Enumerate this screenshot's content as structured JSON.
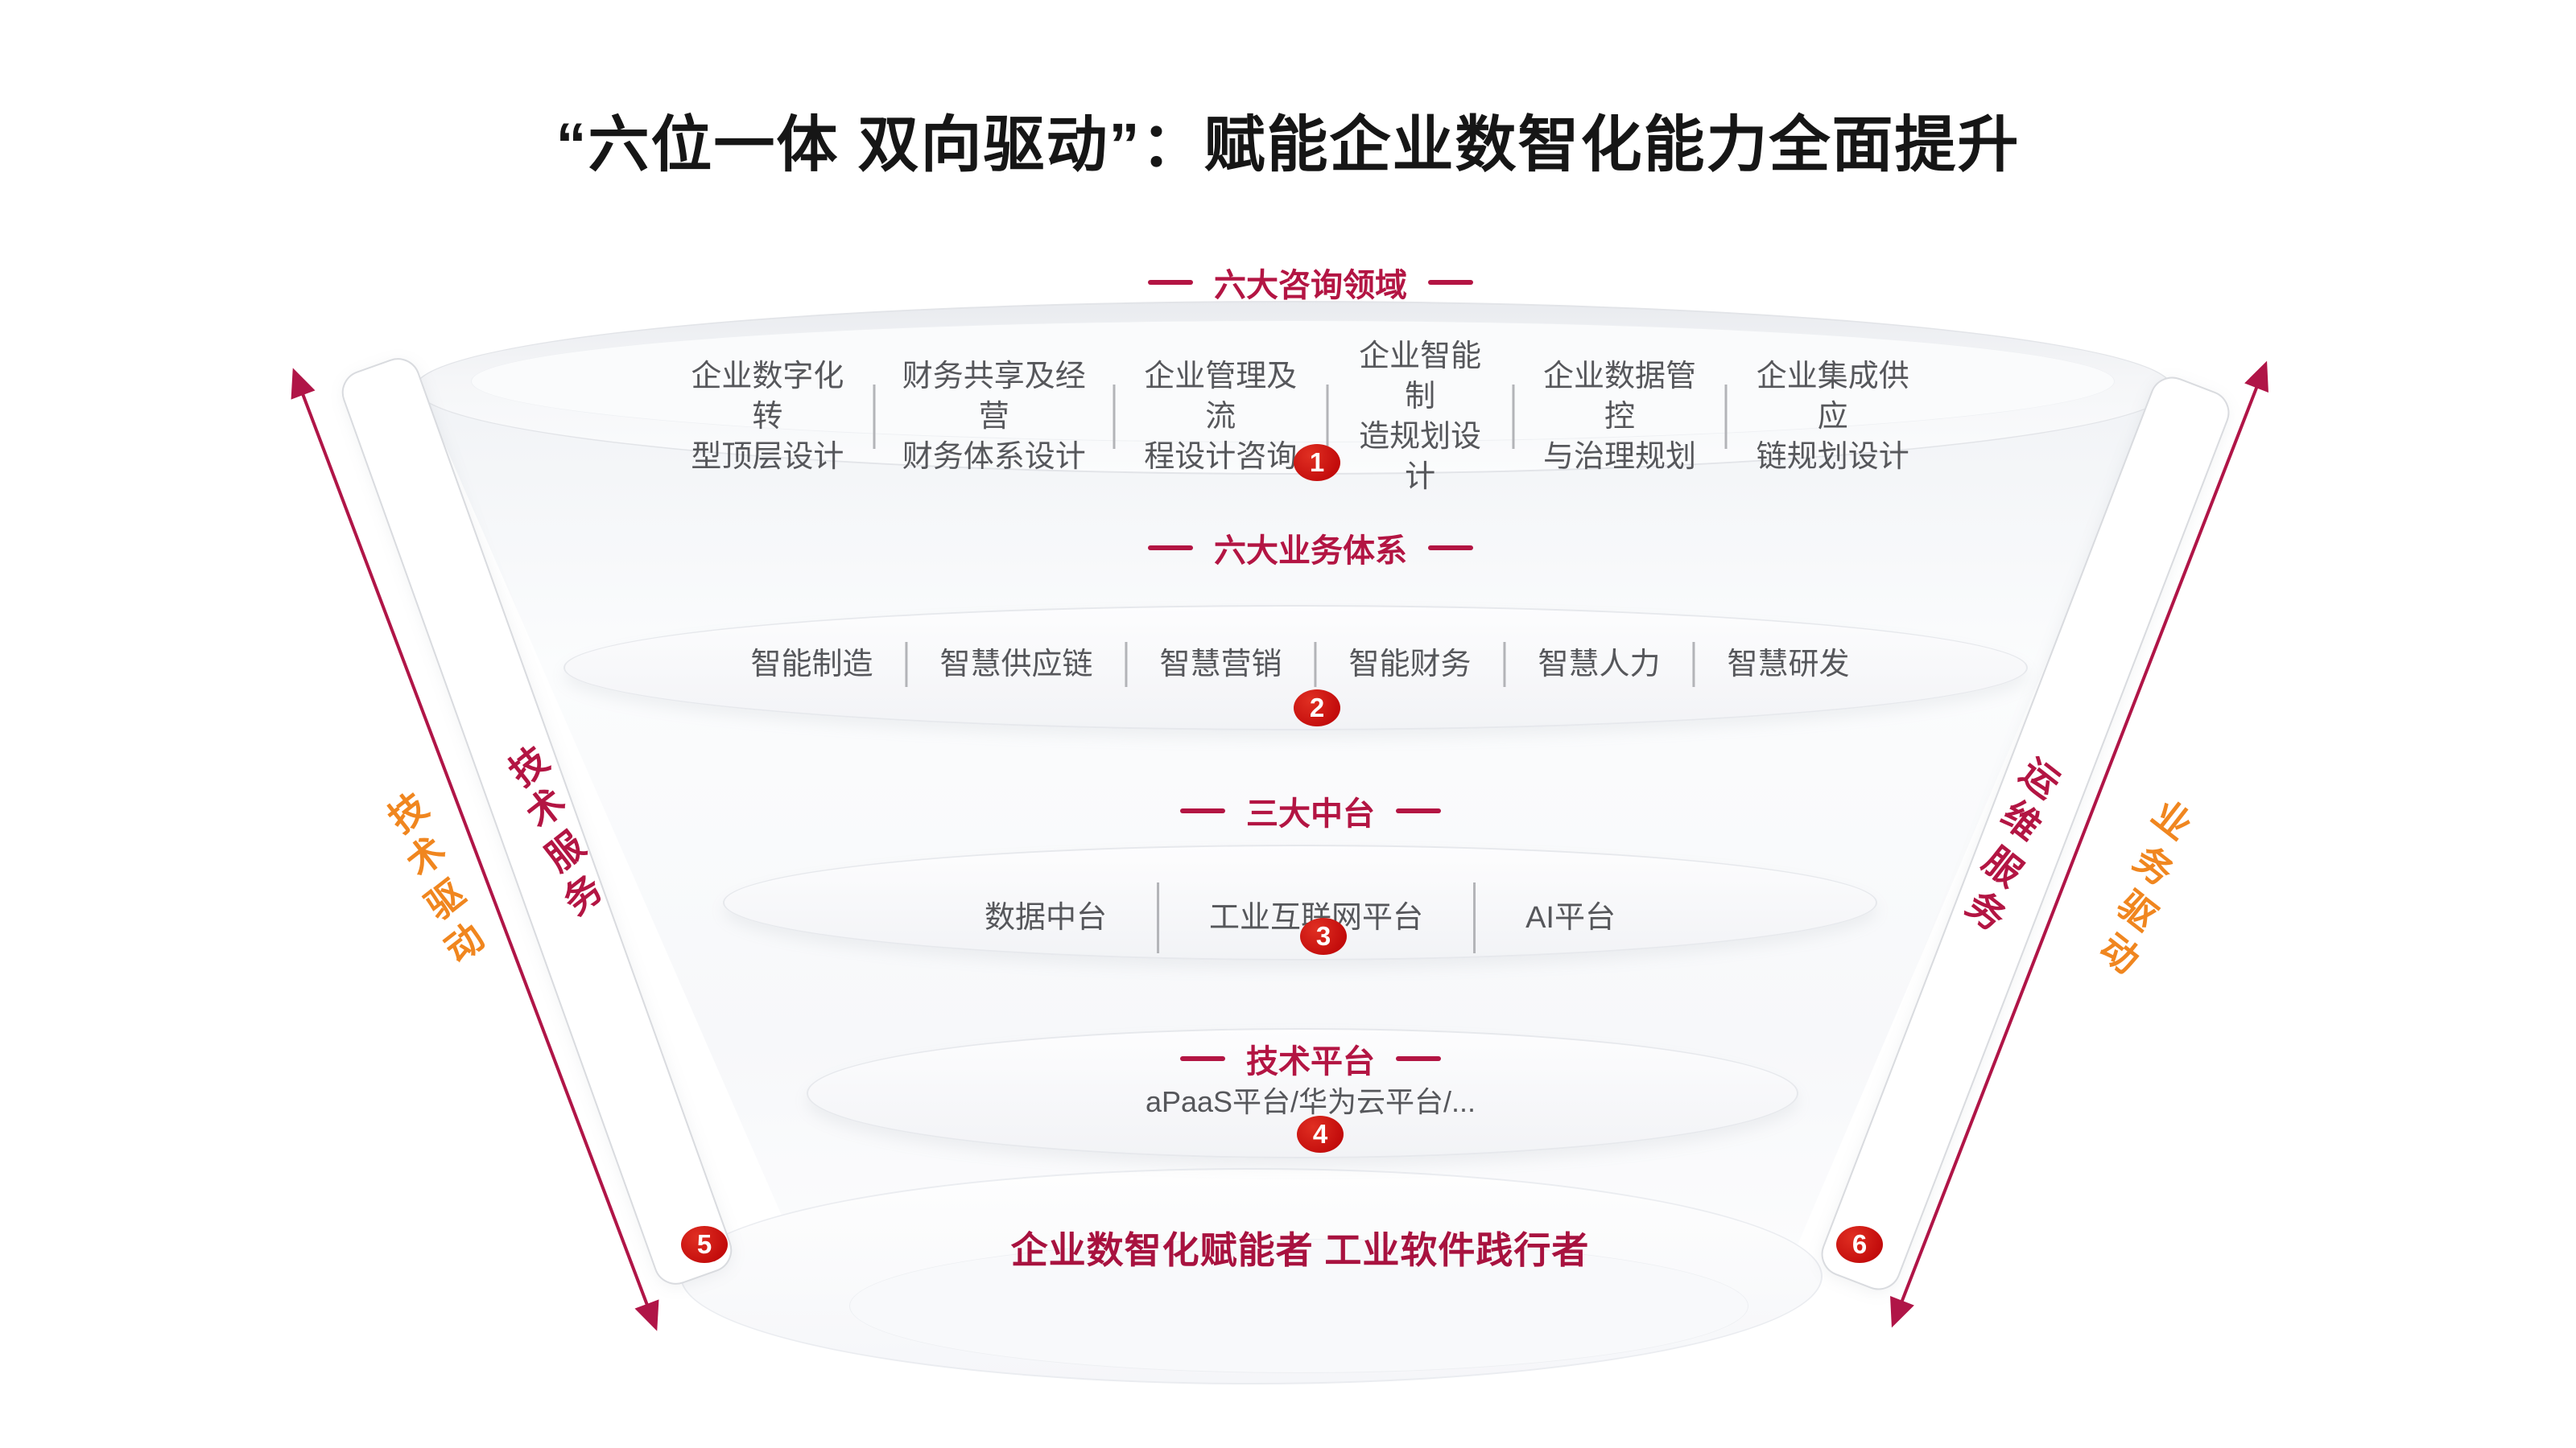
{
  "title": "“六位一体 双向驱动”：赋能企业数智化能力全面提升",
  "colors": {
    "crimson": "#b31543",
    "badge_red": "#c20b0b",
    "orange": "#f0861f",
    "gray_text": "#56575b",
    "tagline_red": "#a8123f"
  },
  "funnel": {
    "layers": [
      {
        "heading": "六大咨询领域",
        "badge": "1",
        "items": [
          "企业数字化转\n型顶层设计",
          "财务共享及经营\n财务体系设计",
          "企业管理及流\n程设计咨询",
          "企业智能制\n造规划设计",
          "企业数据管控\n与治理规划",
          "企业集成供应\n链规划设计"
        ]
      },
      {
        "heading": "六大业务体系",
        "badge": "2",
        "items": [
          "智能制造",
          "智慧供应链",
          "智慧营销",
          "智能财务",
          "智慧人力",
          "智慧研发"
        ]
      },
      {
        "heading": "三大中台",
        "badge": "3",
        "items": [
          "数据中台",
          "工业互联网平台",
          "AI平台"
        ]
      },
      {
        "heading": "技术平台",
        "badge": "4",
        "items": [
          "aPaaS平台/华为云平台/..."
        ]
      }
    ],
    "tagline": "企业数智化赋能者 工业软件践行者"
  },
  "sides": {
    "left": {
      "outer_label": "技术驱动",
      "outer_chars": [
        "技",
        "术",
        "驱",
        "动"
      ],
      "bar_label": "技术服务",
      "bar_chars": [
        "技",
        "术",
        "服",
        "务"
      ],
      "badge": "5"
    },
    "right": {
      "bar_label": "运维服务",
      "bar_chars": [
        "运",
        "维",
        "服",
        "务"
      ],
      "outer_label": "业务驱动",
      "outer_chars": [
        "业",
        "务",
        "驱",
        "动"
      ],
      "badge": "6"
    }
  }
}
